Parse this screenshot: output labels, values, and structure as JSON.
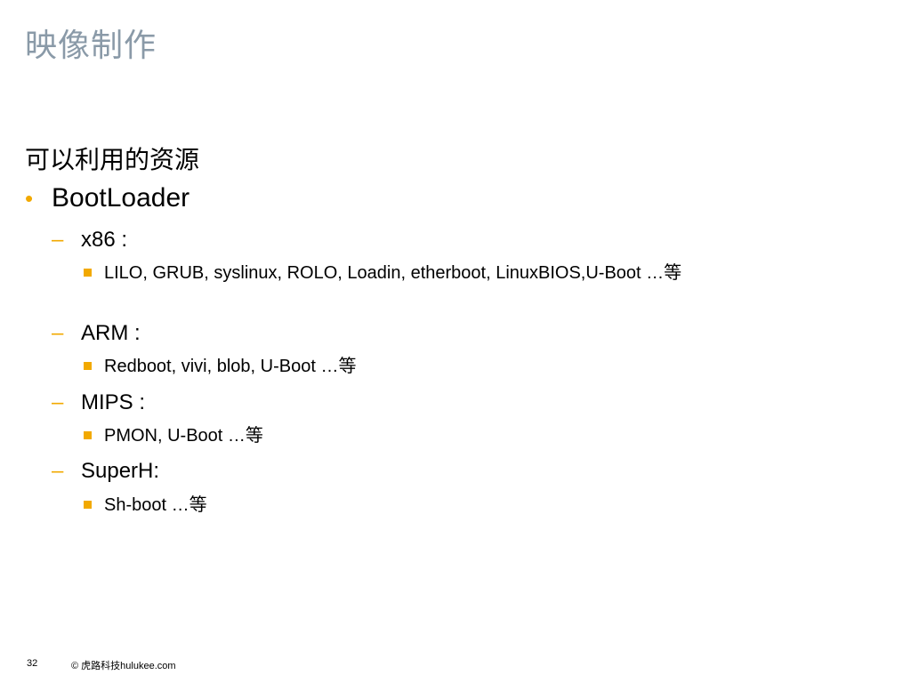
{
  "slide": {
    "title": "映像制作",
    "subheading": "可以利用的资源",
    "bullet": "BootLoader",
    "sections": [
      {
        "label": "x86 :",
        "items": [
          "LILO, GRUB, syslinux, ROLO, Loadin, etherboot, LinuxBIOS,U-Boot …等"
        ]
      },
      {
        "label": "ARM :",
        "items": [
          "Redboot, vivi, blob, U-Boot …等"
        ]
      },
      {
        "label": "MIPS :",
        "items": [
          "PMON, U-Boot …等"
        ]
      },
      {
        "label": "SuperH:",
        "items": [
          "Sh-boot …等"
        ]
      }
    ]
  },
  "footer": {
    "page_number": "32",
    "copyright": "© 虎路科技hulukee.com"
  },
  "colors": {
    "title": "#8a9aa8",
    "accent": "#f2a900"
  }
}
